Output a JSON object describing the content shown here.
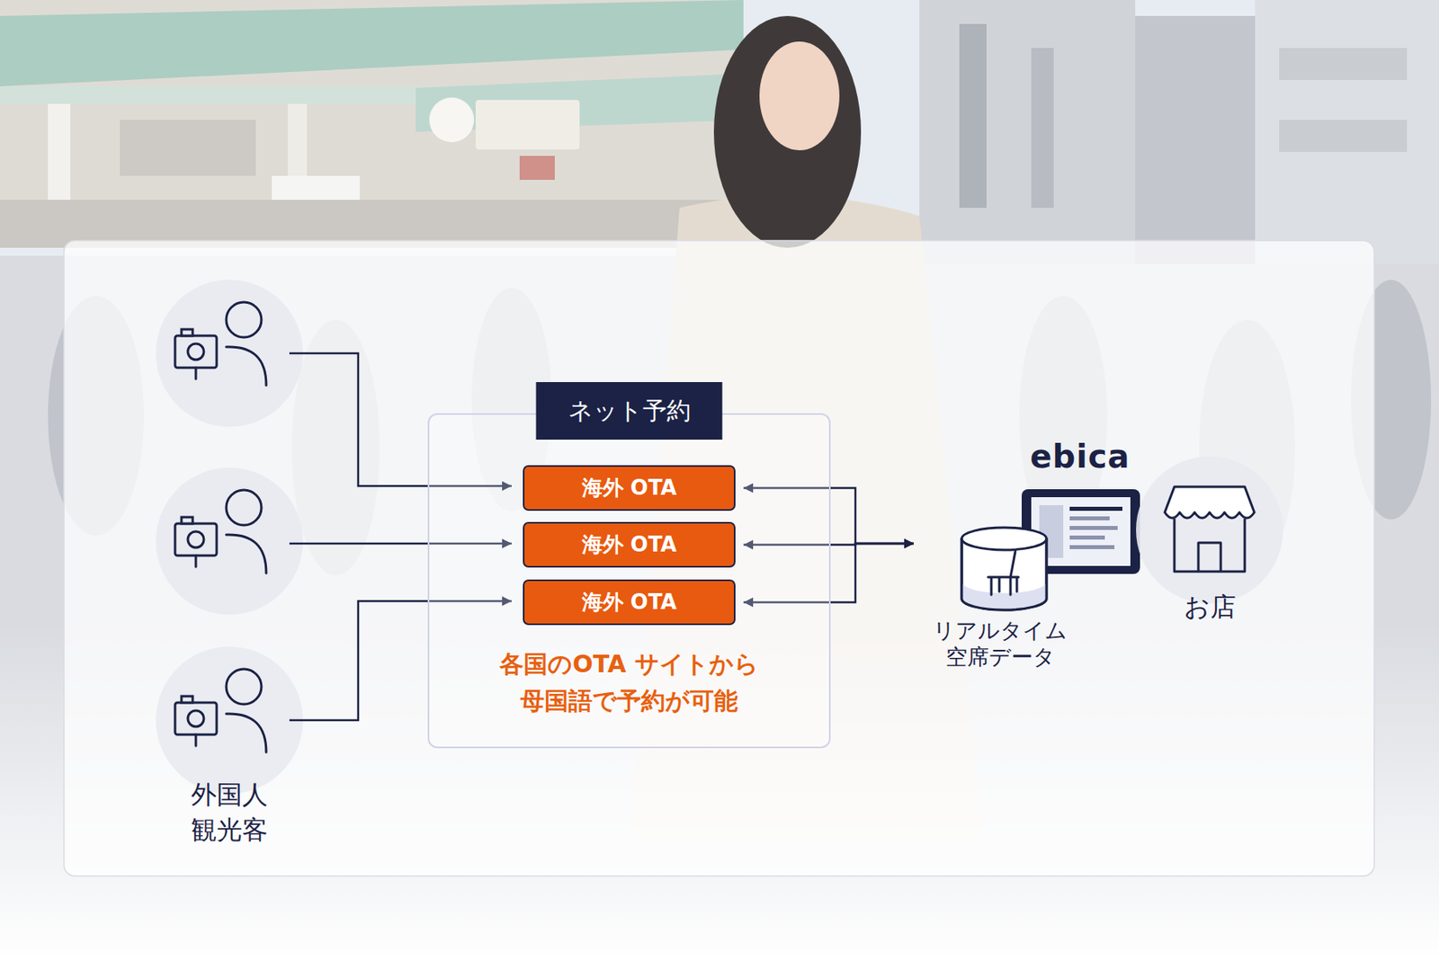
{
  "diagram": {
    "nodes": [
      {
        "text": [
          "ネット予約",
          "各国のOTA サイトから 母国語で予約が可能"
        ]
      },
      {
        "text": [
          "海外 OTA"
        ],
        "in": 0
      },
      {
        "text": [
          "海外 OTA"
        ],
        "in": 0
      },
      {
        "text": [
          "海外 OTA"
        ],
        "in": 0
      },
      {
        "text": [
          "リアルタイム 空席データ"
        ]
      },
      {
        "text": [
          "お店"
        ]
      }
    ],
    "edges": [
      {
        "from": 1,
        "to": 4,
        "arrow": "both"
      },
      {
        "from": 2,
        "to": 4,
        "arrow": "both"
      },
      {
        "from": 3,
        "to": 4,
        "arrow": "both"
      }
    ],
    "labels": [
      "外国人 観光客",
      "ebica"
    ]
  }
}
